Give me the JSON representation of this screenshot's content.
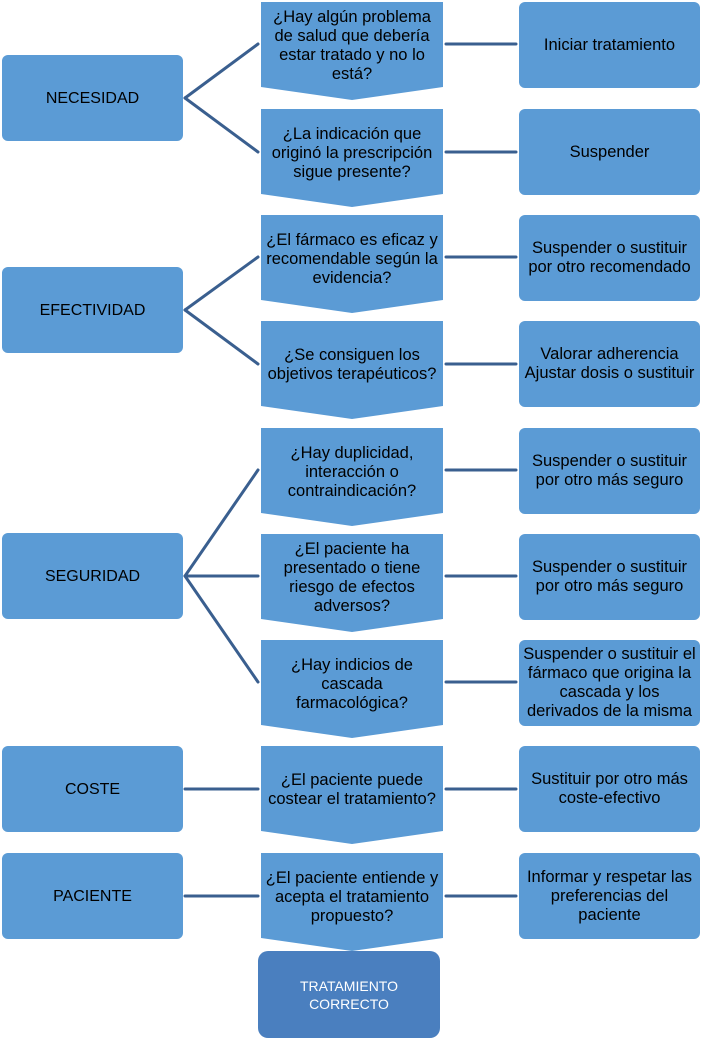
{
  "categories": {
    "necesidad": "NECESIDAD",
    "efectividad": "EFECTIVIDAD",
    "seguridad": "SEGURIDAD",
    "coste": "COSTE",
    "paciente": "PACIENTE"
  },
  "questions": {
    "q1": "¿Hay algún problema de salud que debería estar tratado y no lo está?",
    "q2": "¿La indicación que originó la prescripción sigue presente?",
    "q3": "¿El fármaco es eficaz y recomendable según la evidencia?",
    "q4": "¿Se consiguen los objetivos terapéuticos?",
    "q5": "¿Hay duplicidad, interacción o contraindicación?",
    "q6": "¿El paciente ha presentado o tiene riesgo de efectos adversos?",
    "q7": "¿Hay indicios de cascada farmacológica?",
    "q8": "¿El paciente puede costear el tratamiento?",
    "q9": "¿El paciente entiende y acepta el tratamiento propuesto?"
  },
  "actions": {
    "a1": "Iniciar tratamiento",
    "a2": "Suspender",
    "a3": "Suspender o sustituir por otro recomendado",
    "a4_line1": "Valorar adherencia",
    "a4_line2": "Ajustar dosis o sustituir",
    "a5": "Suspender o sustituir por otro más seguro",
    "a6": "Suspender o sustituir por otro más seguro",
    "a7": "Suspender o sustituir el fármaco que origina la cascada y los derivados de la misma",
    "a8": "Sustituir por otro más coste-efectivo",
    "a9": "Informar y respetar las preferencias del paciente"
  },
  "final": "TRATAMIENTO CORRECTO",
  "colors": {
    "box_fill": "#5b9bd5",
    "final_fill": "#4a7fbf",
    "connector": "#3a5f8f"
  }
}
